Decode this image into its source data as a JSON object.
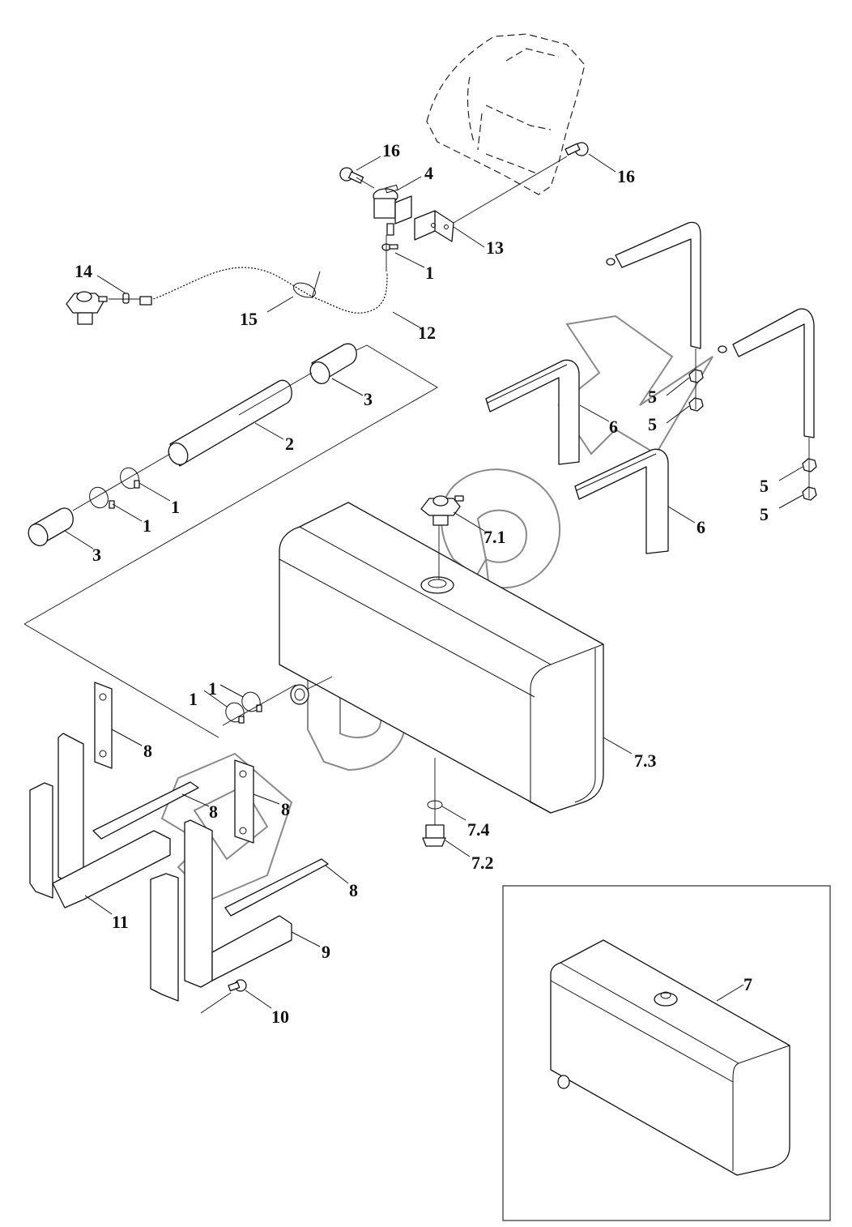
{
  "diagram": {
    "subject": "Fuel tank assembly — exploded view",
    "watermark_text": "ЗУБОН",
    "inset_label": "7",
    "callouts": [
      {
        "id": "16",
        "role": "bolt-left"
      },
      {
        "id": "4",
        "role": "fuel-cap-filler"
      },
      {
        "id": "16",
        "role": "bolt-right"
      },
      {
        "id": "13",
        "role": "mounting-bracket"
      },
      {
        "id": "1",
        "role": "hose-clamp-upper"
      },
      {
        "id": "14",
        "role": "hose-clamp-sender"
      },
      {
        "id": "15",
        "role": "hose-clip"
      },
      {
        "id": "12",
        "role": "breather-hose"
      },
      {
        "id": "3",
        "role": "hose-sleeve-upper"
      },
      {
        "id": "2",
        "role": "filler-pipe"
      },
      {
        "id": "1",
        "role": "clamp-mid-a"
      },
      {
        "id": "1",
        "role": "clamp-mid-b"
      },
      {
        "id": "3",
        "role": "hose-sleeve-lower"
      },
      {
        "id": "5",
        "role": "nut-a"
      },
      {
        "id": "5",
        "role": "nut-b"
      },
      {
        "id": "6",
        "role": "strap-saddle-rear"
      },
      {
        "id": "5",
        "role": "nut-c"
      },
      {
        "id": "5",
        "role": "nut-d"
      },
      {
        "id": "6",
        "role": "strap-saddle-front"
      },
      {
        "id": "7.1",
        "role": "fuel-level-sender"
      },
      {
        "id": "1",
        "role": "tank-clamp-a"
      },
      {
        "id": "1",
        "role": "tank-clamp-b"
      },
      {
        "id": "8",
        "role": "plate-rear"
      },
      {
        "id": "7.3",
        "role": "tank-body"
      },
      {
        "id": "8",
        "role": "spacer-rear"
      },
      {
        "id": "8",
        "role": "plate-front"
      },
      {
        "id": "7.4",
        "role": "drain-seal-ring"
      },
      {
        "id": "7.2",
        "role": "drain-plug"
      },
      {
        "id": "11",
        "role": "bracket-rear"
      },
      {
        "id": "8",
        "role": "spacer-front"
      },
      {
        "id": "9",
        "role": "support-arm"
      },
      {
        "id": "10",
        "role": "bracket-bolt"
      }
    ]
  }
}
